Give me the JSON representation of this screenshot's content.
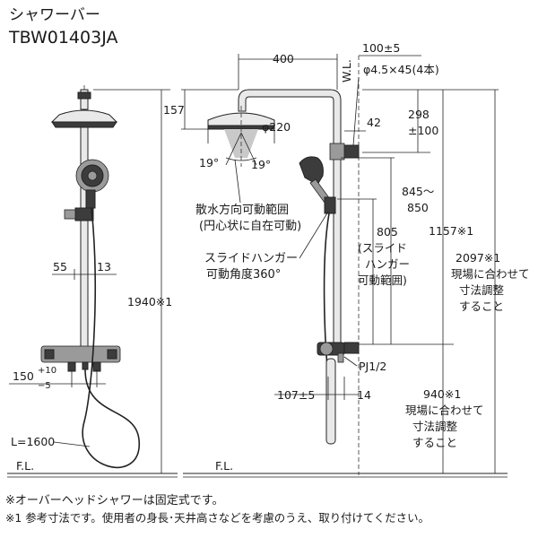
{
  "header": {
    "title": "シャワーバー",
    "model": "TBW01403JA"
  },
  "front_view": {
    "dim_55": "55",
    "dim_13": "13",
    "dim_1940": "1940※1",
    "dim_150": "150",
    "tol_plus": "+10",
    "tol_minus": "−5",
    "hose_length": "L=1600",
    "floor_label": "F.L."
  },
  "side_view": {
    "dim_157": "157",
    "head_diameter": "φ220",
    "angle_left": "19°",
    "angle_right": "19°",
    "spray_range_line1": "散水方向可動範囲",
    "spray_range_line2": "(円心状に自在可動)",
    "hanger_line1": "スライドハンガー",
    "hanger_line2": "可動角度360°",
    "dim_400": "400",
    "wl_label": "W.L.",
    "dim_100": "100±5",
    "screw_spec": "φ4.5×45(4本)",
    "dim_42": "42",
    "dim_298_a": "298",
    "dim_298_b": "±100",
    "dim_845_a": "845～",
    "dim_845_b": "850",
    "dim_805": "805",
    "dim_805_l1": "(スライド",
    "dim_805_l2": "ハンガー",
    "dim_805_l3": "可動範囲)",
    "dim_1157": "1157※1",
    "dim_2097": "2097※1",
    "adj_note_1": "現場に合わせて",
    "adj_note_2": "寸法調整",
    "adj_note_3": "すること",
    "pipe_thread": "PJ1/2",
    "dim_107": "107±5",
    "dim_14": "14",
    "dim_940": "940※1",
    "floor_label": "F.L."
  },
  "notes": [
    "※オーバーヘッドシャワーは固定式です。",
    "※1 参考寸法です。使用者の身長･天井高さなどを考慮のうえ、取り付けてください。"
  ]
}
